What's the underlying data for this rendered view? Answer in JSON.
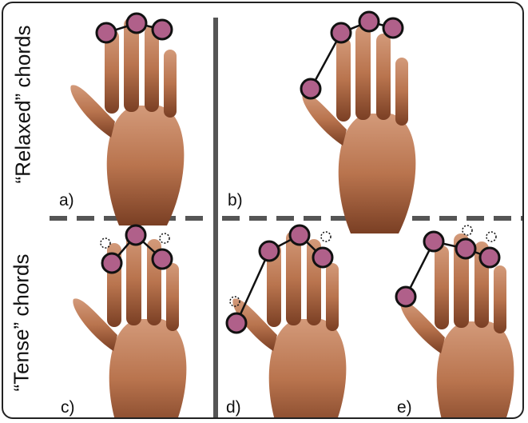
{
  "rows": {
    "top_label": "“Relaxed” chords",
    "bottom_label": "“Tense” chords"
  },
  "panels": {
    "a": "a)",
    "b": "b)",
    "c": "c)",
    "d": "d)",
    "e": "e)"
  },
  "colors": {
    "skin": "#b9744e",
    "skin_dark": "#8a4a2c",
    "fingertip_fill": "#b0608a",
    "fingertip_stroke": "#1a1a1a",
    "divider": "#555555"
  }
}
